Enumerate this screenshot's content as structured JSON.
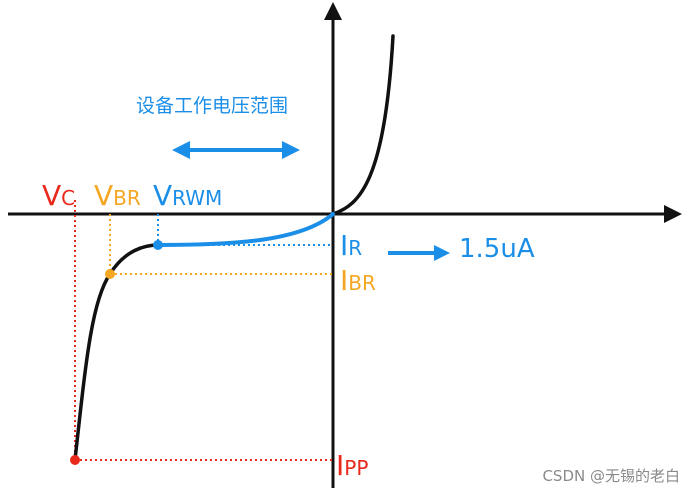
{
  "range_label": "设备工作电压范围",
  "labels": {
    "vc": {
      "main": "V",
      "sub": "C"
    },
    "vbr": {
      "main": "V",
      "sub": "BR"
    },
    "vrwm": {
      "main": "V",
      "sub": "RWM"
    },
    "ir": {
      "main": "I",
      "sub": "R"
    },
    "ibr": {
      "main": "I",
      "sub": "BR"
    },
    "ipp": {
      "main": "I",
      "sub": "PP"
    }
  },
  "leakage_value": "1.5uA",
  "watermark": "CSDN @无锡的老白",
  "colors": {
    "red": "#e8291c",
    "orange": "#f5a623",
    "blue": "#1b8ee8",
    "curve": "#111111",
    "axis": "#111111"
  }
}
